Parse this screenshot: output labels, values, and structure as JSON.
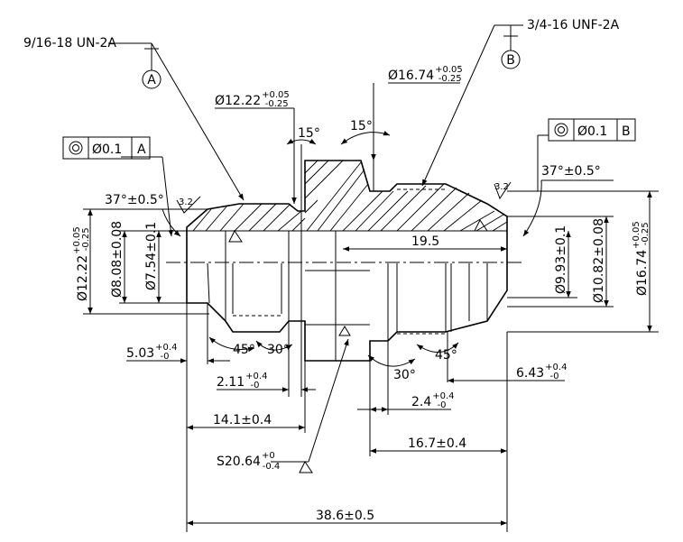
{
  "threads": {
    "left": "9/16-18 UN-2A",
    "right": "3/4-16 UNF-2A"
  },
  "datums": {
    "a": "A",
    "b": "B"
  },
  "tolerance_frames": {
    "left": {
      "symbol": "◎",
      "value": "Ø0.1",
      "datum": "A"
    },
    "right": {
      "symbol": "◎",
      "value": "Ø0.1",
      "datum": "B"
    }
  },
  "diameters": {
    "d1674_top": {
      "base": "Ø16.74",
      "upper": "+0.05",
      "lower": "-0.25"
    },
    "d1222_top": {
      "base": "Ø12.22",
      "upper": "+0.05",
      "lower": "-0.25"
    },
    "d1222_left": {
      "base": "Ø12.22",
      "upper": "+0.05",
      "lower": "-0.25"
    },
    "d808": "Ø8.08±0.08",
    "d754": "Ø7.54±0.1",
    "d993": "Ø9.93±0.1",
    "d1082": "Ø10.82±0.08",
    "d1674_right": {
      "base": "Ø16.74",
      "upper": "+0.05",
      "lower": "-0.25"
    }
  },
  "angles": {
    "a15_left": "15°",
    "a15_right": "15°",
    "a37_left": "37°±0.5°",
    "a37_right": "37°±0.5°",
    "a45_left": "45°",
    "a30_left": "30°",
    "a30_right": "30°",
    "a45_right": "45°"
  },
  "roughness": {
    "left": "3.2",
    "right": "3.2"
  },
  "lengths": {
    "l195": "19.5",
    "l503": {
      "base": "5.03",
      "upper": "+0.4",
      "lower": "-0"
    },
    "l211": {
      "base": "2.11",
      "upper": "+0.4",
      "lower": "-0"
    },
    "l643": {
      "base": "6.43",
      "upper": "+0.4",
      "lower": "-0"
    },
    "l24": {
      "base": "2.4",
      "upper": "+0.4",
      "lower": "-0"
    },
    "l141": "14.1±0.4",
    "l167": "16.7±0.4",
    "l386": "38.6±0.5"
  },
  "sphere": {
    "base": "S20.64",
    "upper": "+0",
    "lower": "-0.4"
  }
}
